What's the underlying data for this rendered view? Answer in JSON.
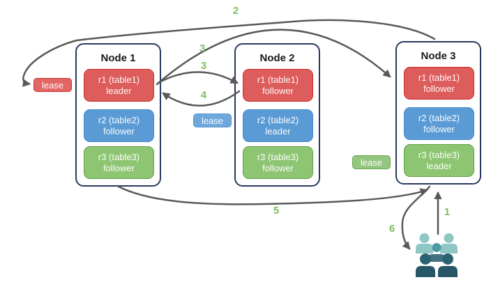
{
  "nodes": [
    {
      "title": "Node 1",
      "replicas": [
        {
          "name": "r1 (table1)",
          "role": "leader",
          "color": "red"
        },
        {
          "name": "r2 (table2)",
          "role": "follower",
          "color": "blue"
        },
        {
          "name": "r3 (table3)",
          "role": "follower",
          "color": "green"
        }
      ]
    },
    {
      "title": "Node 2",
      "replicas": [
        {
          "name": "r1 (table1)",
          "role": "follower",
          "color": "red"
        },
        {
          "name": "r2 (table2)",
          "role": "leader",
          "color": "blue"
        },
        {
          "name": "r3 (table3)",
          "role": "follower",
          "color": "green"
        }
      ]
    },
    {
      "title": "Node 3",
      "replicas": [
        {
          "name": "r1 (table1)",
          "role": "follower",
          "color": "red"
        },
        {
          "name": "r2 (table2)",
          "role": "follower",
          "color": "blue"
        },
        {
          "name": "r3 (table3)",
          "role": "leader",
          "color": "green"
        }
      ]
    }
  ],
  "leases": [
    {
      "label": "lease",
      "color": "red"
    },
    {
      "label": "lease",
      "color": "blue"
    },
    {
      "label": "lease",
      "color": "green"
    }
  ],
  "steps": [
    {
      "number": "1"
    },
    {
      "number": "2"
    },
    {
      "number": "3"
    },
    {
      "number": "3"
    },
    {
      "number": "4"
    },
    {
      "number": "5"
    },
    {
      "number": "6"
    }
  ],
  "icons": {
    "users": "users-group-icon"
  },
  "colors": {
    "arrow": "#595959",
    "step_label": "#7fbf63",
    "node_border": "#26395e",
    "red_fill": "#dd5c5c",
    "red_border": "#c9302c",
    "blue_fill": "#5b9bd5",
    "blue_border": "#4189ce",
    "green_fill": "#8dc572",
    "green_border": "#61a244",
    "users_back": "#8fc7c5",
    "users_middle_head": "#4e99a3",
    "users_middle_body": "#447180",
    "users_front_head": "#2c6373",
    "users_front_body": "#275767"
  }
}
